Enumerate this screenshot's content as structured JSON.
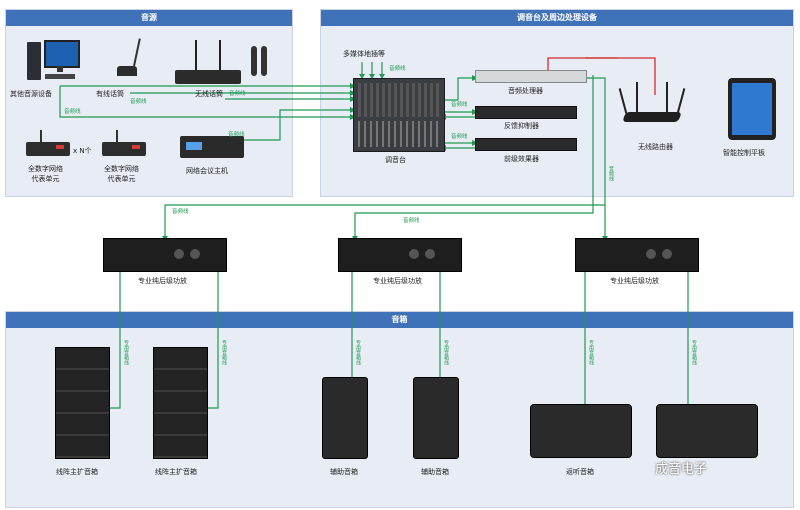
{
  "sections": {
    "source": "音源",
    "mixer_area": "调音台及周边处理设备",
    "speakers": "音箱"
  },
  "devices": {
    "pc": "其他音源设备",
    "wired_mic": "有线话筒",
    "wireless_mic": "无线话筒",
    "delegate1": "全数字网络\n代表单元",
    "delegate2": "全数字网络\n代表单元",
    "times_n": "x N个",
    "conference_host": "网络会议主机",
    "multimedia": "多媒体地插等",
    "mixer": "调音台",
    "processor": "音频处理器",
    "feedback": "反馈抑制器",
    "effects": "前级效果器",
    "router": "无线路由器",
    "tablet": "智能控制平板",
    "amp1": "专业纯后级功放",
    "amp2": "专业纯后级功放",
    "amp3": "专业纯后级功放",
    "line_array1": "线阵主扩音箱",
    "line_array2": "线阵主扩音箱",
    "aux1": "辅助音箱",
    "aux2": "辅助音箱",
    "monitor": "返听音箱"
  },
  "cable_labels": {
    "audio": "音频线",
    "speaker_cable": "专用音箱线"
  },
  "watermark": "成音电子",
  "colors": {
    "header_blue": "#3f72b8",
    "panel_bg": "#e8edf5",
    "audio_line": "#1e9a52",
    "network_line": "#d62a2a"
  }
}
